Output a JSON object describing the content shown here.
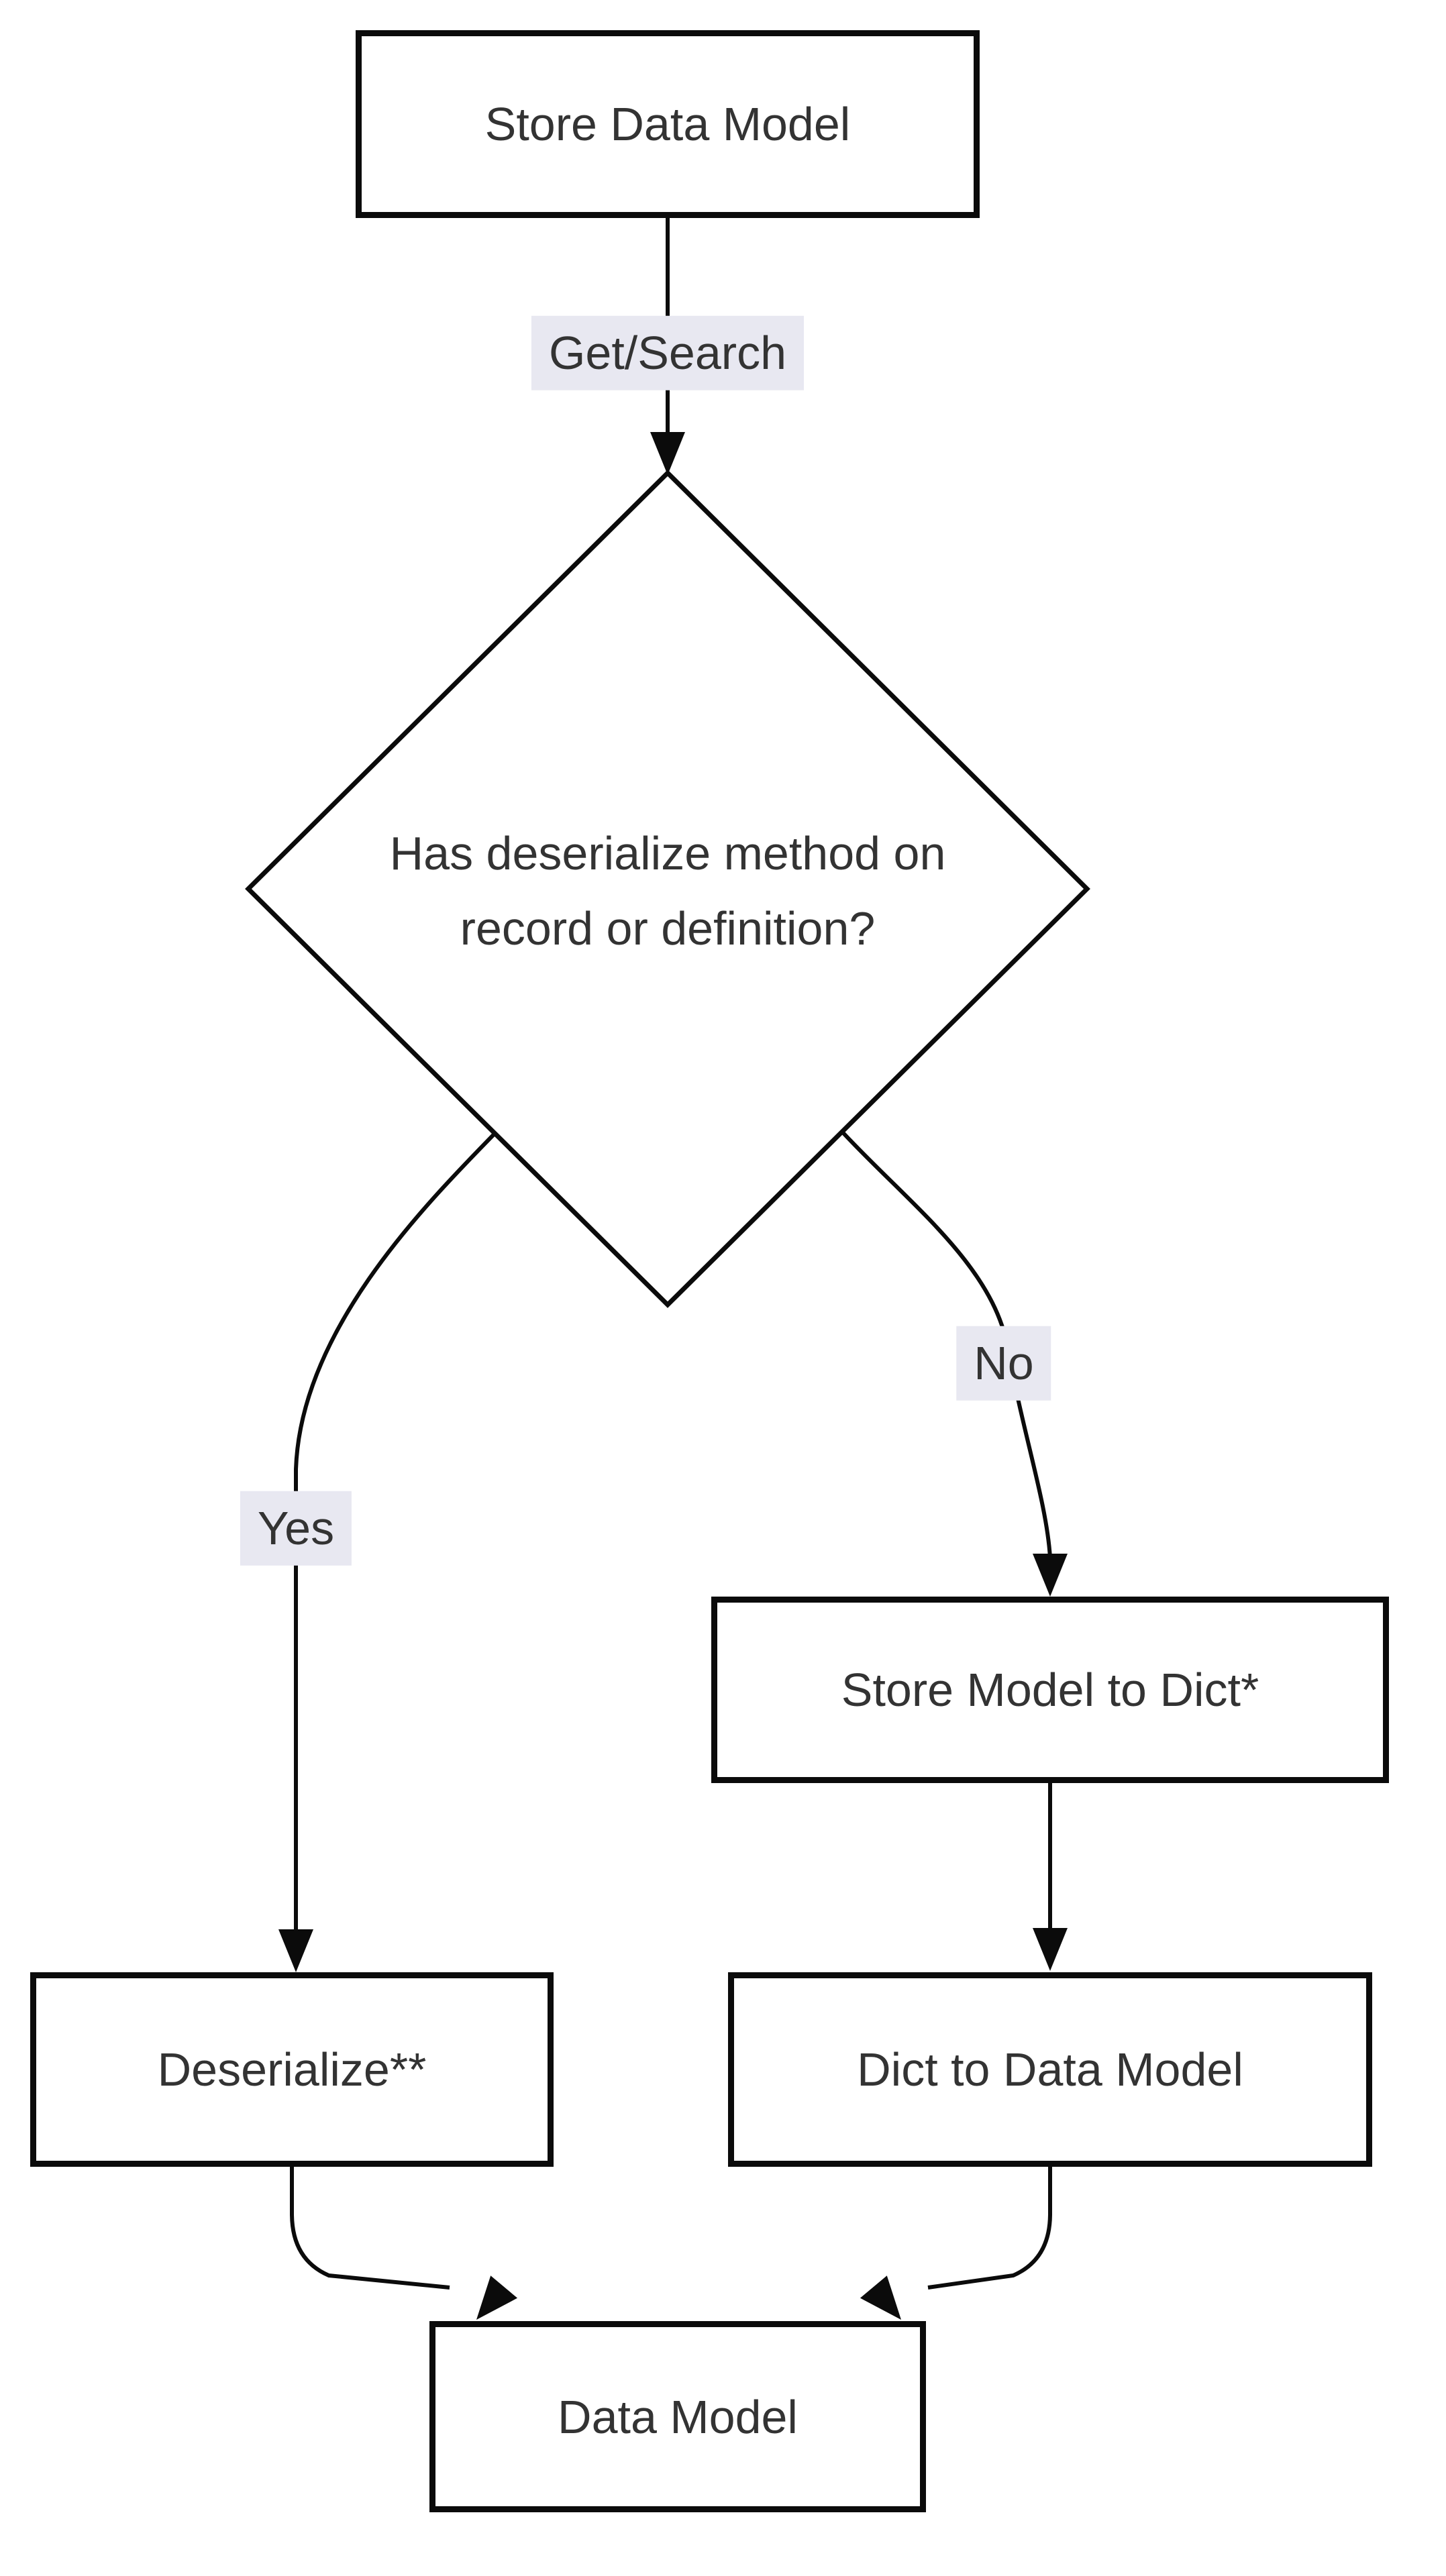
{
  "diagram": {
    "type": "flowchart",
    "background_color": "#ffffff",
    "line_color": "#0b0b0b",
    "text_color": "#333333",
    "edge_label_background": "#e8e8f1",
    "nodes": {
      "store_data_model": {
        "label": "Store Data Model",
        "shape": "rectangle"
      },
      "decision": {
        "label": "Has deserialize method on record or definition?",
        "line1": "Has deserialize method on",
        "line2": "record or definition?",
        "shape": "diamond"
      },
      "store_model_to_dict": {
        "label": "Store Model to Dict*",
        "shape": "rectangle"
      },
      "deserialize": {
        "label": "Deserialize**",
        "shape": "rectangle"
      },
      "dict_to_data_model": {
        "label": "Dict to Data Model",
        "shape": "rectangle"
      },
      "data_model": {
        "label": "Data Model",
        "shape": "rectangle"
      }
    },
    "edge_labels": {
      "get_search": "Get/Search",
      "yes": "Yes",
      "no": "No"
    },
    "edges": [
      {
        "from": "store_data_model",
        "to": "decision",
        "label": "Get/Search"
      },
      {
        "from": "decision",
        "to": "deserialize",
        "label": "Yes"
      },
      {
        "from": "decision",
        "to": "store_model_to_dict",
        "label": "No"
      },
      {
        "from": "store_model_to_dict",
        "to": "dict_to_data_model",
        "label": ""
      },
      {
        "from": "deserialize",
        "to": "data_model",
        "label": ""
      },
      {
        "from": "dict_to_data_model",
        "to": "data_model",
        "label": ""
      }
    ]
  }
}
